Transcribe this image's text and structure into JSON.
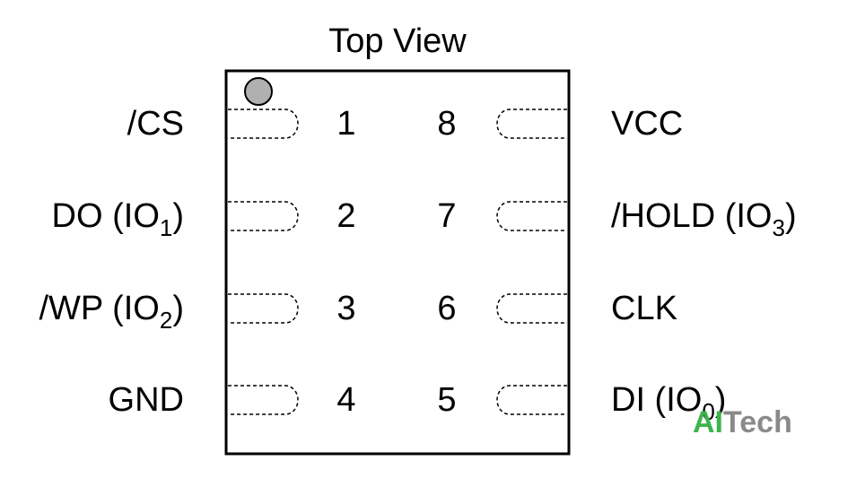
{
  "title": "Top View",
  "pins": [
    {
      "number": "1",
      "name": "/CS",
      "sub": ""
    },
    {
      "number": "2",
      "name": "DO (IO",
      "sub": "1",
      "suffix": ")"
    },
    {
      "number": "3",
      "name": "/WP (IO",
      "sub": "2",
      "suffix": ")"
    },
    {
      "number": "4",
      "name": "GND",
      "sub": ""
    },
    {
      "number": "5",
      "name": "DI (IO",
      "sub": "0",
      "suffix": ")"
    },
    {
      "number": "6",
      "name": "CLK",
      "sub": ""
    },
    {
      "number": "7",
      "name": "/HOLD (IO",
      "sub": "3",
      "suffix": ")"
    },
    {
      "number": "8",
      "name": "VCC",
      "sub": ""
    }
  ],
  "watermark": {
    "part1": "AI",
    "part2": "Tech",
    "color1": "#3cb44b",
    "color2": "#8a8a8a"
  },
  "colors": {
    "outline": "#000000",
    "dot": "#b0b0b0"
  }
}
